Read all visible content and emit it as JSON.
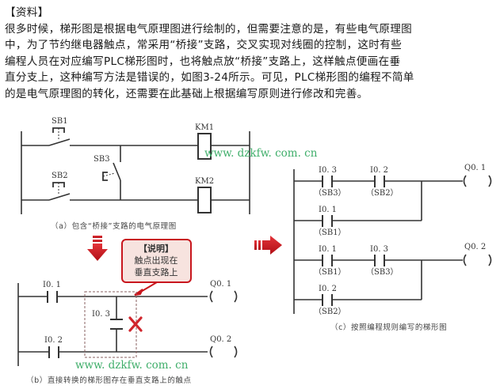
{
  "text": {
    "heading": "【资料】",
    "lines": [
      "很多时候，梯形图是根据电气原理图进行绘制的，但需要注意的是，有些电气原理图",
      "中，为了节约继电器触点，常采用“桥接”支路，交叉实现对线圈的控制，这时有些",
      "编程人员在对应编写PLC梯形图时，也将触点放“桥接”支路上，这样触点便画在垂",
      "直分支上，这种编写方法是错误的，如图3-24所示。可见，PLC梯形图的编程不简单",
      "的是电气原理图的转化，还需要在此基础上根据编写原则进行修改和完善。"
    ]
  },
  "diagram_a": {
    "caption": "（a）包含“桥接”支路的电气原理图",
    "labels": {
      "sb1": "SB1",
      "sb2": "SB2",
      "sb3": "SB3",
      "km1": "KM1",
      "km2": "KM2"
    }
  },
  "diagram_b": {
    "caption": "（b）直接转换的梯形图存在垂直支路上的触点",
    "labels": {
      "i01": "I0. 1",
      "i02": "I0. 2",
      "i03": "I0. 3",
      "q01": "Q0. 1",
      "q02": "Q0. 2"
    },
    "note": {
      "title": "【说明】",
      "line1": "触点出现在",
      "line2": "垂直支路上"
    }
  },
  "diagram_c": {
    "caption": "（c）按照编程规则编写的梯形图",
    "rung1": {
      "c1": "I0. 3",
      "c1s": "（SB3）",
      "c2": "I0. 2",
      "c2s": "（SB2）",
      "p": "I0. 1",
      "ps": "（SB1）",
      "coil": "Q0. 1"
    },
    "rung2": {
      "c1": "I0. 1",
      "c1s": "（SB1）",
      "c2": "I0. 3",
      "c2s": "（SB3）",
      "p": "I0. 2",
      "ps": "（SB2）",
      "coil": "Q0. 2"
    }
  },
  "watermark": "www. dzkfw. com. cn",
  "colors": {
    "accent_red": "#c8161d",
    "note_bg": "#f7e3df",
    "watermark": "#3fae6a"
  }
}
